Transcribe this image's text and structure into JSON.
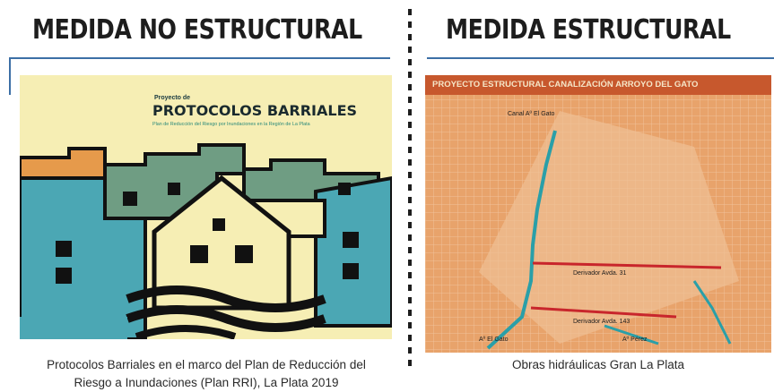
{
  "headings": {
    "left": "MEDIDA NO ESTRUCTURAL",
    "right": "MEDIDA ESTRUCTURAL"
  },
  "left_panel": {
    "kicker": "Proyecto de",
    "title": "PROTOCOLOS BARRIALES",
    "subtitle": "Plan de Reducción del Riesgo por Inundaciones en la Región de La Plata",
    "caption_line1": "Protocolos Barriales en el marco del Plan de Reducción del",
    "caption_line2": "Riesgo a Inundaciones (Plan RRI), La Plata 2019"
  },
  "right_panel": {
    "banner": "PROYECTO ESTRUCTURAL CANALIZACIÓN ARROYO DEL GATO",
    "caption": "Obras hidráulicas Gran La Plata",
    "map_labels": {
      "canal": "Canal Aº El Gato",
      "derivador_31": "Derivador Avda. 31",
      "derivador_143": "Derivador Avda. 143",
      "arroyo_gato": "Aº El Gato",
      "arroyo_perez": "Aº Pérez"
    }
  },
  "colors": {
    "heading": "#1d1d1d",
    "rule_blue": "#3c6fa6",
    "poster_cream": "#f6eeb4",
    "poster_teal": "#4ba7b4",
    "poster_green": "#6f9d83",
    "poster_orange": "#e69a4b",
    "map_bg": "#e8a36b",
    "map_banner": "#c7582d",
    "river": "#2a9fa8",
    "derivador_red": "#c8262c"
  }
}
